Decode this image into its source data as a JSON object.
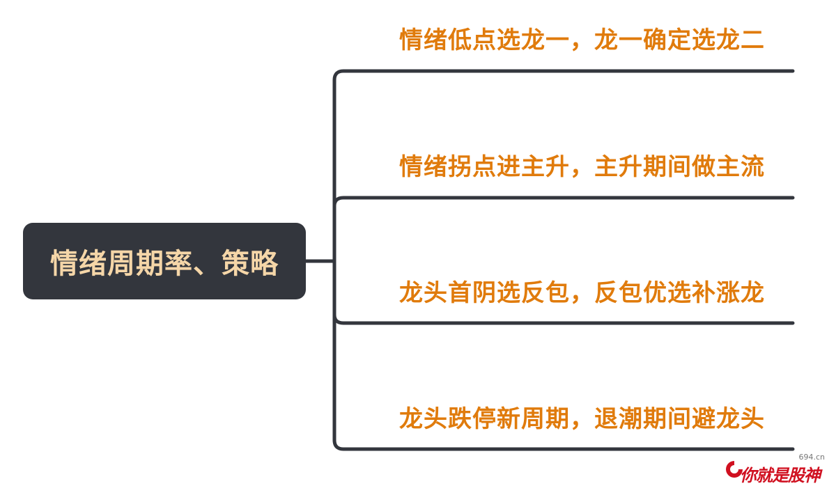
{
  "diagram": {
    "root": {
      "label": "情绪周期率、策略"
    },
    "branches": [
      {
        "label": "情绪低点选龙一，龙一确定选龙二"
      },
      {
        "label": "情绪拐点进主升，主升期间做主流"
      },
      {
        "label": "龙头首阴选反包，反包优选补涨龙"
      },
      {
        "label": "龙头跌停新周期，退潮期间避龙头"
      }
    ]
  },
  "watermark": {
    "domain": "694.cn",
    "text": "你就是股神"
  },
  "colors": {
    "root_fill": "#33363d",
    "root_text": "#f5d6a8",
    "branch_text": "#e07b0c",
    "connector": "#33363d",
    "watermark": "#d01020"
  }
}
